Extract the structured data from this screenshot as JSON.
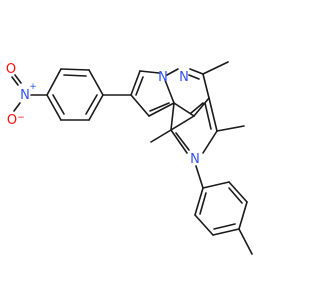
{
  "molecule": {
    "atom_labels": {
      "nitro_n": "N",
      "nitro_n_charge": "+",
      "nitro_o_double": "O",
      "nitro_o_single": "O",
      "nitro_o_charge": "−",
      "ring_n_bridge": "N",
      "ring_n_imine": "N",
      "pyrrole_n": "N"
    },
    "colors": {
      "bond": "#1a1a1a",
      "nitrogen": "#3050f8",
      "oxygen": "#ff0d0d"
    }
  }
}
